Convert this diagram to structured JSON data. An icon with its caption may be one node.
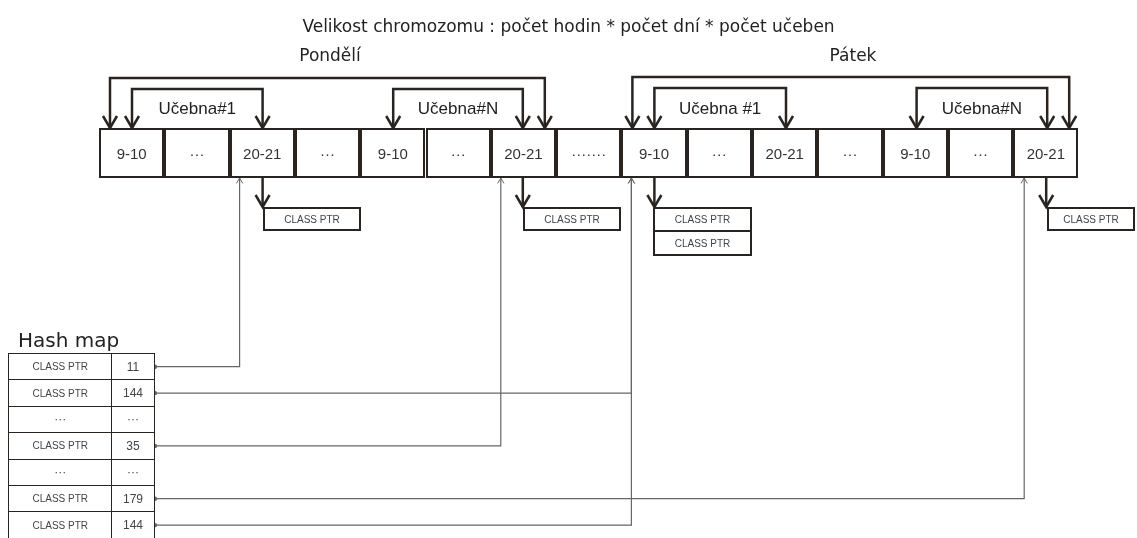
{
  "diagram": {
    "title": "Velikost chromozomu : počet hodin * počet dní * počet učeben",
    "nodes": [
      {
        "text": [
          "9-10"
        ]
      },
      {
        "text": [
          "···"
        ]
      },
      {
        "text": [
          "20-21"
        ]
      },
      {
        "text": [
          "···"
        ]
      },
      {
        "text": [
          "9-10"
        ]
      },
      {
        "text": [
          "···"
        ]
      },
      {
        "text": [
          "20-21"
        ]
      },
      {
        "text": [
          "·······"
        ]
      },
      {
        "text": [
          "9-10"
        ]
      },
      {
        "text": [
          "···"
        ]
      },
      {
        "text": [
          "20-21"
        ]
      },
      {
        "text": [
          "···"
        ]
      },
      {
        "text": [
          "9-10"
        ]
      },
      {
        "text": [
          "···"
        ]
      },
      {
        "text": [
          "20-21"
        ]
      },
      {
        "text": [
          "CLASS PTR"
        ]
      },
      {
        "text": [
          "CLASS PTR"
        ]
      },
      {
        "text": [
          "CLASS PTR"
        ]
      },
      {
        "text": [
          "CLASS PTR"
        ]
      },
      {
        "text": [
          "CLASS PTR"
        ]
      },
      {
        "text": [
          "Hash map"
        ]
      },
      {
        "text": [
          "CLASS PTR"
        ],
        "in": 20
      },
      {
        "text": [
          "11"
        ],
        "in": 20
      },
      {
        "text": [
          "CLASS PTR"
        ],
        "in": 20
      },
      {
        "text": [
          "144"
        ],
        "in": 20
      },
      {
        "text": [
          "···"
        ],
        "in": 20
      },
      {
        "text": [
          "···"
        ],
        "in": 20
      },
      {
        "text": [
          "CLASS PTR"
        ],
        "in": 20
      },
      {
        "text": [
          "35"
        ],
        "in": 20
      },
      {
        "text": [
          "···"
        ],
        "in": 20
      },
      {
        "text": [
          "···"
        ],
        "in": 20
      },
      {
        "text": [
          "CLASS PTR"
        ],
        "in": 20
      },
      {
        "text": [
          "179"
        ],
        "in": 20
      },
      {
        "text": [
          "CLASS PTR"
        ],
        "in": 20
      },
      {
        "text": [
          "144"
        ],
        "in": 20
      }
    ],
    "edges": [
      {
        "from": 0,
        "to": 6,
        "arrow": "both"
      },
      {
        "from": 0,
        "to": 2,
        "arrow": "both",
        "label": "Učebna#1"
      },
      {
        "from": 4,
        "to": 6,
        "arrow": "both",
        "label": "Učebna#N"
      },
      {
        "from": 8,
        "to": 14,
        "arrow": "both"
      },
      {
        "from": 8,
        "to": 10,
        "arrow": "both",
        "label": "Učebna #1"
      },
      {
        "from": 12,
        "to": 14,
        "arrow": "both",
        "label": "Učebna#N"
      },
      {
        "from": 2,
        "to": 15,
        "arrow": "to"
      },
      {
        "from": 6,
        "to": 16,
        "arrow": "to"
      },
      {
        "from": 8,
        "to": 17,
        "arrow": "to"
      },
      {
        "from": 14,
        "to": 19,
        "arrow": "to"
      },
      {
        "from": 22,
        "to": 2,
        "arrow": "to",
        "color": "#666666"
      },
      {
        "from": 24,
        "to": 8,
        "arrow": "to",
        "color": "#666666"
      },
      {
        "from": 28,
        "to": 6,
        "arrow": "to",
        "color": "#666666"
      },
      {
        "from": 32,
        "to": 14,
        "arrow": "to",
        "color": "#666666"
      },
      {
        "from": 34,
        "to": 8,
        "arrow": "to",
        "color": "#666666"
      }
    ],
    "labels": [
      "Pondělí",
      "Pátek"
    ]
  }
}
